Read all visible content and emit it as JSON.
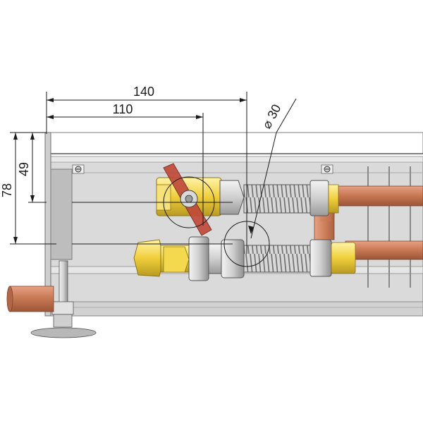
{
  "dimensions": {
    "width_140": "140",
    "width_110": "110",
    "diameter": "30",
    "diameter_symbol": "⌀",
    "height_78": "78",
    "height_49": "49"
  },
  "colors": {
    "housing": "#d6d6d6",
    "housing_edge": "#8a8a8a",
    "copper": "#c87a55",
    "brass": "#f2d54a",
    "valve_handle": "#c04a3a",
    "steel": "#c9c9c9",
    "dimension_line": "#1a1a1a"
  }
}
